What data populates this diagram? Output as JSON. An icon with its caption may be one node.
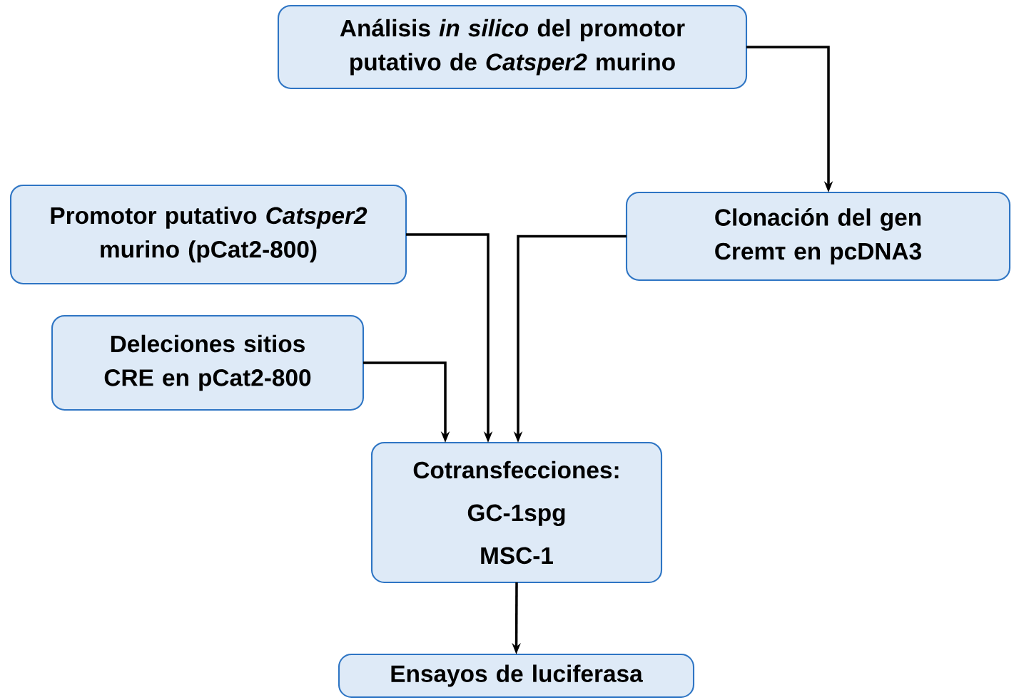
{
  "diagram": {
    "nodes": [
      {
        "text": [
          "Análisis *in silico* del promotor putativo de *Catsper2* murino"
        ]
      },
      {
        "text": [
          "Promotor putativo *Catsper2* murino (pCat2-800)"
        ]
      },
      {
        "text": [
          "Clonación del gen Cremτ en pcDNA3"
        ]
      },
      {
        "text": [
          "Deleciones sitios CRE en pCat2-800"
        ]
      },
      {
        "text": [
          "Cotransfecciones:",
          "GC-1spg",
          "MSC-1"
        ]
      },
      {
        "text": [
          "Ensayos de luciferasa"
        ]
      }
    ],
    "edges": [
      {
        "from": 0,
        "to": 2,
        "arrow": "to"
      },
      {
        "from": 1,
        "to": 4,
        "arrow": "to"
      },
      {
        "from": 2,
        "to": 4,
        "arrow": "to"
      },
      {
        "from": 3,
        "to": 4,
        "arrow": "to"
      },
      {
        "from": 4,
        "to": 5,
        "arrow": "to"
      }
    ]
  }
}
